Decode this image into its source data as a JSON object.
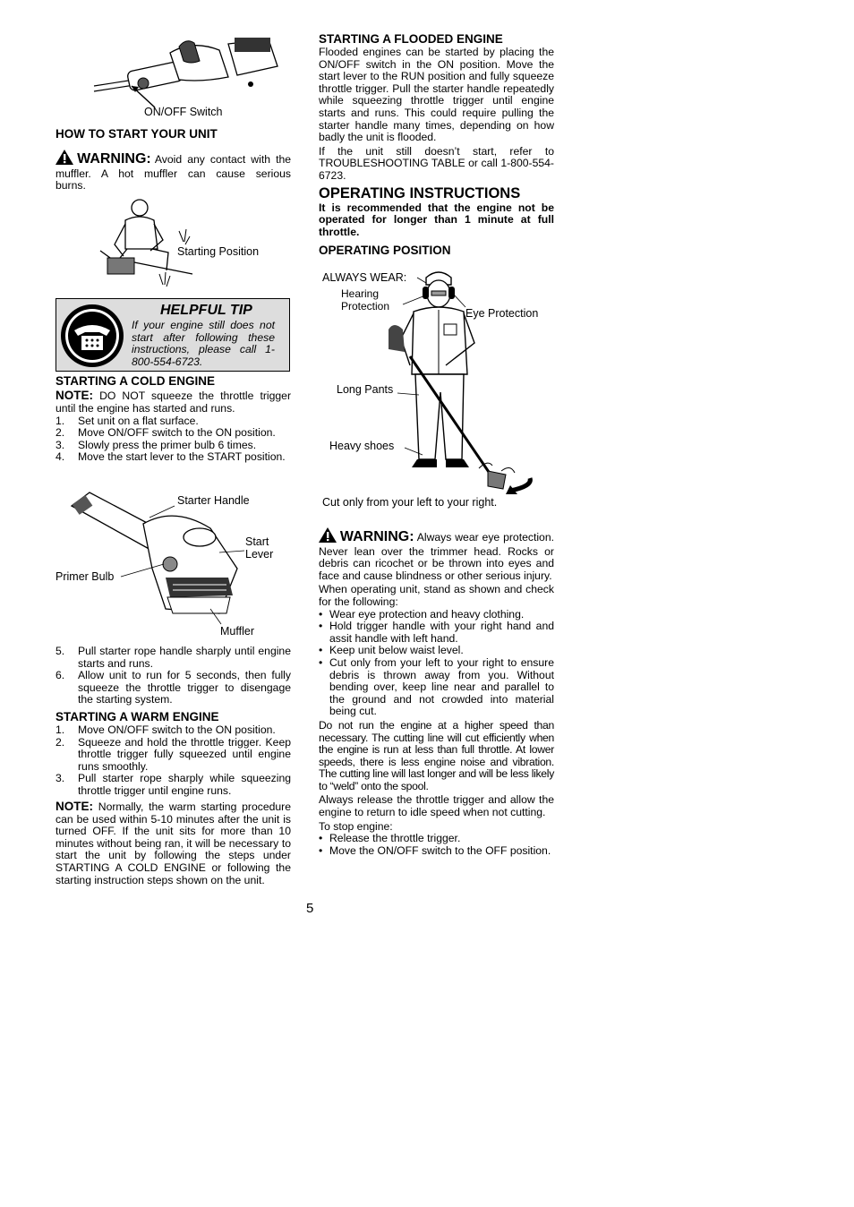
{
  "page_number": "5",
  "left": {
    "onoff_caption": "ON/OFF Switch",
    "how_to_start_heading": "HOW TO START YOUR UNIT",
    "warning1_word": "WARNING:",
    "warning1_text": "Avoid any contact with the muffler. A hot muffler can cause serious burns.",
    "starting_position_caption": "Starting Position",
    "helpful_tip": {
      "title": "HELPFUL TIP",
      "text": "If your engine still does not start after following these instructions, please call 1-800-554-6723."
    },
    "cold_engine": {
      "heading": "STARTING A COLD ENGINE",
      "note_word": "NOTE:",
      "note_text": "DO NOT squeeze the throttle trigger until the engine has started and runs.",
      "steps": [
        {
          "n": "1.",
          "t": "Set unit on a flat surface."
        },
        {
          "n": "2.",
          "t": "Move ON/OFF switch to the ON position."
        },
        {
          "n": "3.",
          "t": "Slowly press the primer bulb 6 times."
        },
        {
          "n": "4.",
          "t": "Move the start lever to the START position."
        }
      ],
      "steps_after": [
        {
          "n": "5.",
          "t": "Pull starter rope handle sharply until engine starts and runs."
        },
        {
          "n": "6.",
          "t": "Allow unit to run for 5 seconds, then fully squeeze the throttle trigger to disengage the starting system."
        }
      ]
    },
    "engine_labels": {
      "starter_handle": "Starter Handle",
      "start_lever": "Start Lever",
      "primer_bulb": "Primer Bulb",
      "muffler": "Muffler"
    },
    "warm_engine": {
      "heading": "STARTING A WARM ENGINE",
      "steps": [
        {
          "n": "1.",
          "t": "Move ON/OFF switch to the ON position."
        },
        {
          "n": "2.",
          "t": "Squeeze and hold the throttle trigger. Keep throttle trigger fully squeezed until engine runs smoothly."
        },
        {
          "n": "3.",
          "t": "Pull starter rope sharply while squeezing throttle trigger until engine runs."
        }
      ],
      "note_word": "NOTE:",
      "note_text": "Normally, the warm starting procedure can be used within 5-10 minutes after the unit is turned OFF. If the unit sits for more than 10 minutes without being ran, it will be necessary to start the unit by following the steps under STARTING A COLD ENGINE or following the starting instruction steps shown on the unit."
    }
  },
  "right": {
    "flooded": {
      "heading": "STARTING A FLOODED ENGINE",
      "text1": "Flooded engines can be started by placing the ON/OFF switch in the ON position. Move the start lever to the RUN position and fully squeeze throttle trigger. Pull the starter handle repeatedly while squeezing throttle trigger until engine starts and runs. This could require pulling the starter handle many times, depending on how badly the unit is flooded.",
      "text2": "If the unit still doesn’t start, refer to TROUBLESHOOTING TABLE or call 1-800-554-6723."
    },
    "operating": {
      "heading": "OPERATING INSTRUCTIONS",
      "bold_text": "It is recommended that the engine not be operated for longer than 1 minute at full throttle.",
      "position_heading": "OPERATING POSITION"
    },
    "figure_labels": {
      "always_wear": "ALWAYS WEAR:",
      "hearing": "Hearing",
      "protection": "Protection",
      "eye_protection": "Eye Protection",
      "long_pants": "Long Pants",
      "heavy_shoes": "Heavy shoes",
      "cut_caption": "Cut only from your left to your right."
    },
    "warning2_word": "WARNING:",
    "warning2_text": "Always wear eye protection. Never lean over the trimmer head. Rocks or debris can ricochet or be thrown into eyes and face and cause blindness or other serious injury.",
    "stand_text": "When operating unit, stand as shown and check for the following:",
    "checks": [
      "Wear eye protection and heavy clothing.",
      "Hold trigger handle with your right hand and assit handle with left hand.",
      "Keep unit below waist level.",
      "Cut only from your left to your right to ensure debris is thrown away from you. Without bending over, keep line near and parallel to the ground and not crowded into material being cut."
    ],
    "speed_text": "Do not run the engine at a higher speed than necessary. The cutting line will cut efficiently when the engine is run at less than full throttle. At lower speeds, there is less engine noise and vibration. The cutting line will last longer and will be less likely to “weld” onto the spool.",
    "release_text": "Always release the throttle trigger and allow the engine to return to idle speed when not cutting.",
    "stop_intro": "To stop engine:",
    "stop_steps": [
      "Release the throttle trigger.",
      "Move the ON/OFF switch to the OFF position."
    ]
  }
}
